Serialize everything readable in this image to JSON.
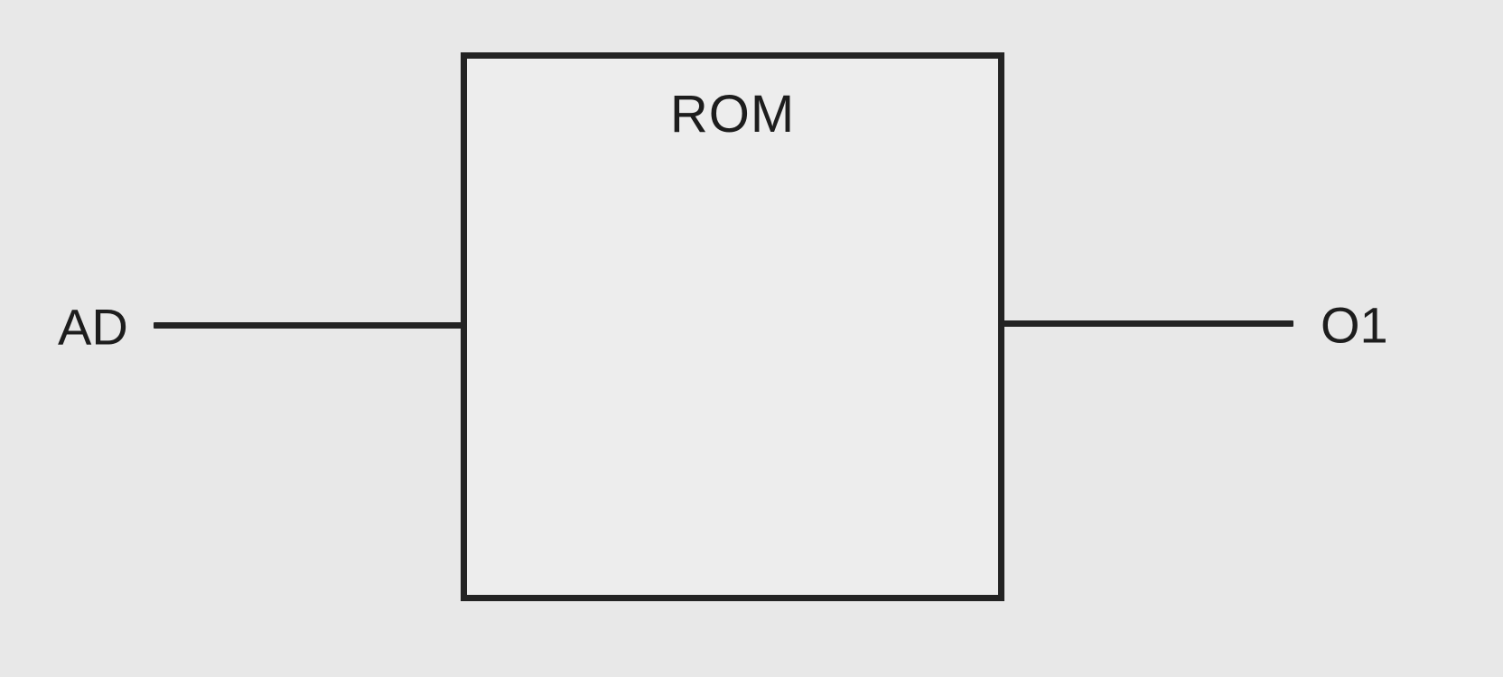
{
  "diagram": {
    "type": "block-diagram",
    "block": {
      "label": "ROM"
    },
    "input": {
      "label": "AD"
    },
    "output": {
      "label": "O1"
    },
    "colors": {
      "background": "#e8e8e8",
      "block_fill": "#ededed",
      "line": "#232323",
      "text": "#1d1d1d"
    }
  }
}
